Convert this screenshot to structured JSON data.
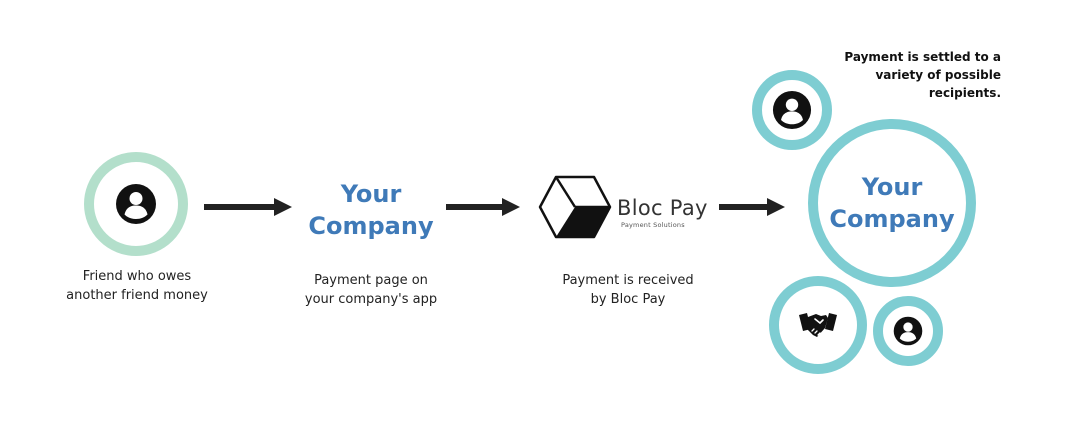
{
  "steps": [
    {
      "caption": "Friend who owes\nanother friend money"
    },
    {
      "title": "Your\nCompany",
      "caption": "Payment page on\nyour company's app"
    },
    {
      "brand": "Bloc Pay",
      "tagline": "Payment Solutions",
      "caption": "Payment is received\nby Bloc Pay"
    },
    {
      "title": "Your\nCompany",
      "note": "Payment is settled to a\nvariety of possible\nrecipients."
    }
  ],
  "icons": {
    "sender": "user-icon",
    "recipient_top": "user-icon",
    "recipient_partner": "handshake-icon",
    "recipient_small": "user-icon"
  },
  "colors": {
    "green_ring": "#b3dfcb",
    "teal_ring": "#7ecdd2",
    "company_text": "#3f7ab8",
    "arrow": "#222222"
  }
}
